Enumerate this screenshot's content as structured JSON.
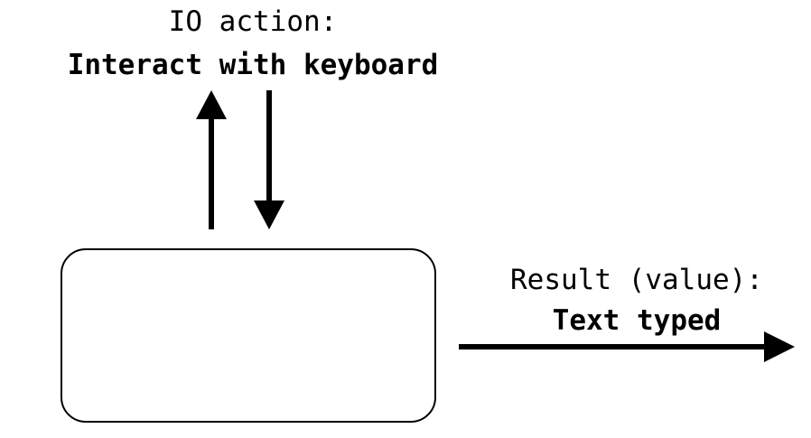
{
  "io_action": {
    "caption": "IO action:",
    "value": "Interact with keyboard"
  },
  "result": {
    "caption": "Result (value):",
    "value": "Text typed"
  },
  "colors": {
    "stroke": "#000000",
    "background": "#ffffff"
  }
}
